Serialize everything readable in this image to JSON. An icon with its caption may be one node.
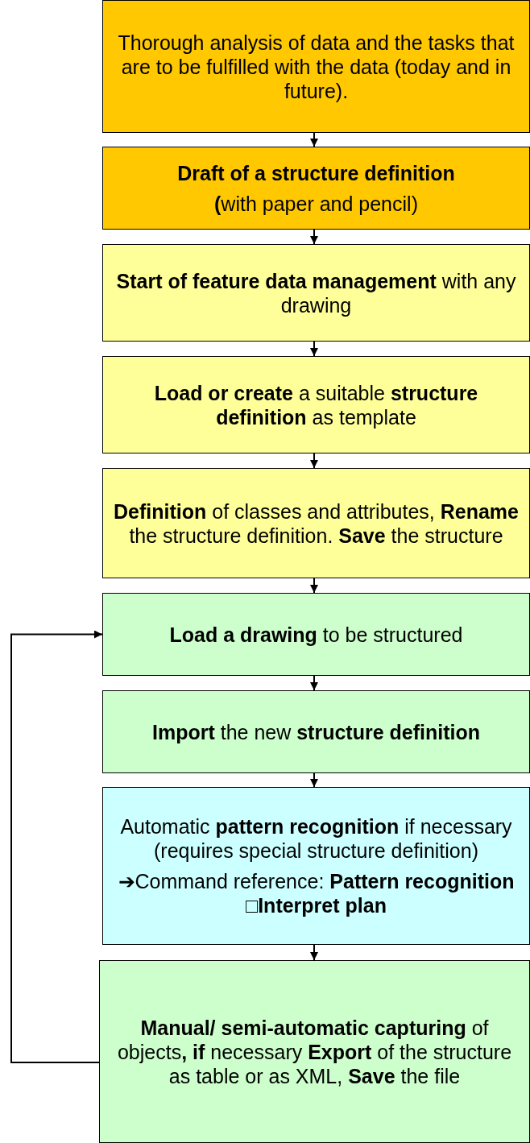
{
  "diagram": {
    "nodes": [
      {
        "text": [
          "Thorough analysis of data and the tasks that are to be fulfilled with the data (today and in future)."
        ]
      },
      {
        "text": [
          "**Draft of a structure definition**",
          "**(**with paper and pencil)"
        ]
      },
      {
        "text": [
          "**Start of feature data management** with any drawing"
        ]
      },
      {
        "text": [
          "**Load or create** a suitable **structure definition** as template"
        ]
      },
      {
        "text": [
          "**Definition** of classes and attributes, **Rename** the structure definition. **Save** the structure"
        ]
      },
      {
        "text": [
          "**Load a drawing** to be structured"
        ]
      },
      {
        "text": [
          "**Import** the new **structure definition**"
        ]
      },
      {
        "text": [
          "Automatic **pattern recognition** if necessary (requires special structure definition)",
          "➔Command reference: **Pattern recognition** □**Interpret plan**"
        ]
      },
      {
        "text": [
          "**Manual/ semi-automatic capturing** of objects**, if** necessary **Export** of the structure as table or as XML, **Save** the file"
        ]
      }
    ],
    "edges": [
      {
        "from": 0,
        "to": 1,
        "arrow": "to"
      },
      {
        "from": 1,
        "to": 2,
        "arrow": "to"
      },
      {
        "from": 2,
        "to": 3,
        "arrow": "to"
      },
      {
        "from": 3,
        "to": 4,
        "arrow": "to"
      },
      {
        "from": 4,
        "to": 5,
        "arrow": "to"
      },
      {
        "from": 5,
        "to": 6,
        "arrow": "to"
      },
      {
        "from": 6,
        "to": 7,
        "arrow": "to"
      },
      {
        "from": 7,
        "to": 8,
        "arrow": "to"
      },
      {
        "from": 8,
        "to": 5,
        "arrow": "to"
      }
    ]
  }
}
